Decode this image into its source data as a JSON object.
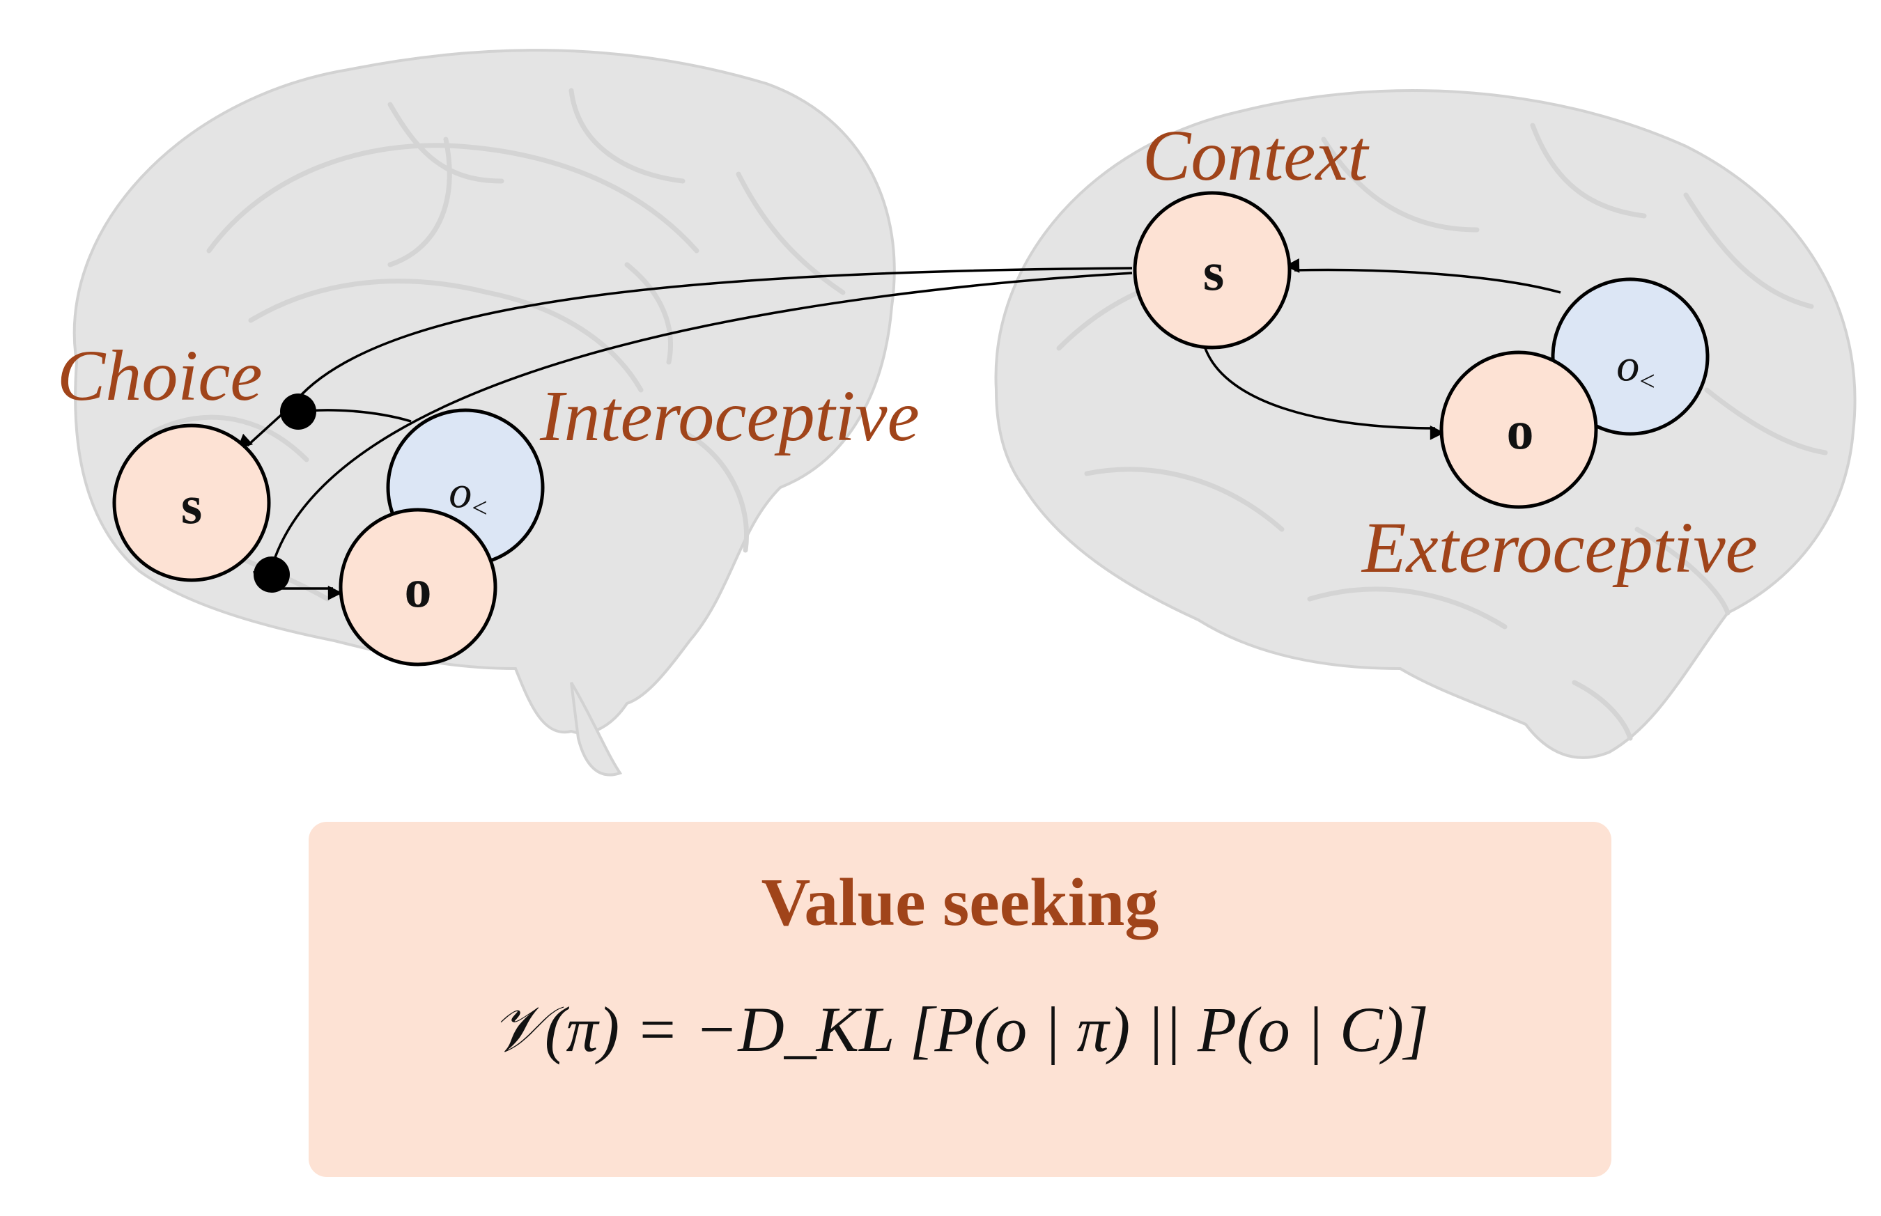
{
  "labels": {
    "context": "Context",
    "choice": "Choice",
    "interoceptive": "Interoceptive",
    "exteroceptive": "Exteroceptive"
  },
  "nodes": {
    "state_letter": "s",
    "outcome_letter": "o",
    "observation_letter": "o",
    "observation_subscript": "<"
  },
  "value_box": {
    "title": "Value seeking",
    "formula": "𝒱(π) = −D_KL [P(o | π) || P(o | C)]"
  },
  "colors": {
    "label": "#a0441a",
    "state_fill": "#fde2d4",
    "observation_fill": "#dce6f5",
    "box_fill": "#fde2d4",
    "brain": "#e4e4e4"
  }
}
